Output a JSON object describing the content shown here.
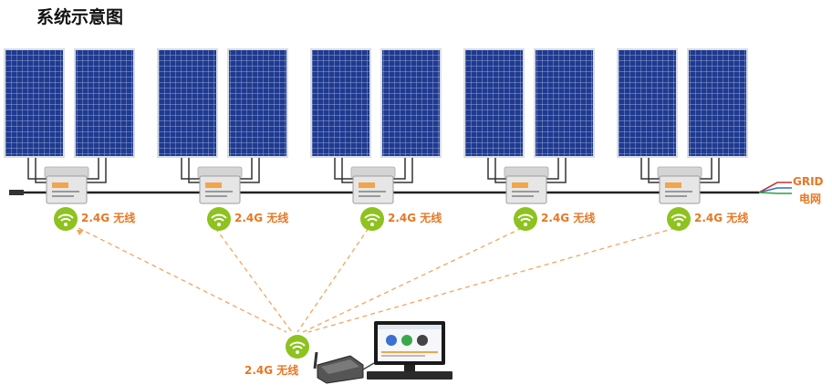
{
  "title": "系统示意图",
  "wireless_label": "2.4G 无线",
  "gateway_label": "2.4G 无线",
  "grid": {
    "en": "GRID",
    "zh": "电网"
  },
  "colors": {
    "panel": "#1f3a8f",
    "panel_grid": "#c8d4f0",
    "panel_frame": "#d9dde4",
    "inverter": "#e6e6e6",
    "wifi_badge": "#8dc21f",
    "accent": "#e87722",
    "cable": "#222222",
    "grid_red": "#c0392b",
    "grid_blue": "#2e6fd0",
    "grid_green": "#2e9e3e"
  },
  "units": [
    {
      "id": "unit-1"
    },
    {
      "id": "unit-2"
    },
    {
      "id": "unit-3"
    },
    {
      "id": "unit-4"
    },
    {
      "id": "unit-5"
    }
  ]
}
